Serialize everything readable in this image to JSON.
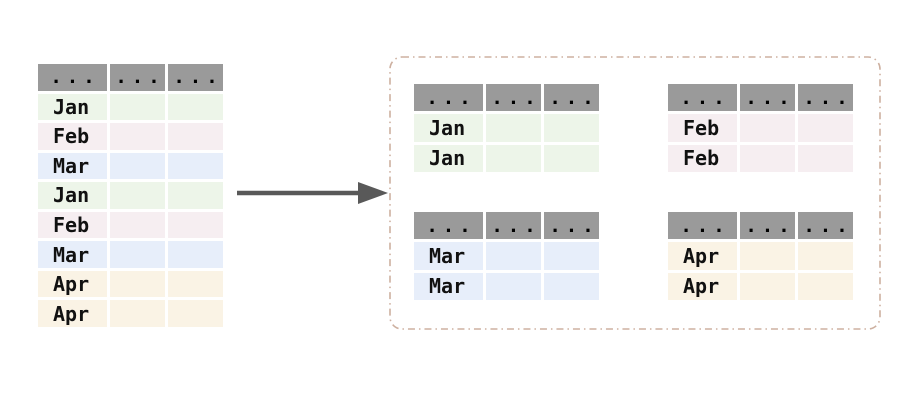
{
  "palette": {
    "header_bg": "#9a9a9a",
    "jan": "#edf5e9",
    "feb": "#f6eef1",
    "mar": "#e7eefa",
    "apr": "#faf3e5",
    "arrow": "#595959",
    "dashed_border": "#cdb0a0",
    "text": "#111111"
  },
  "source_table": {
    "header": [
      "...",
      "...",
      "..."
    ],
    "rows": [
      {
        "month": "Jan",
        "group": "jan"
      },
      {
        "month": "Feb",
        "group": "feb"
      },
      {
        "month": "Mar",
        "group": "mar"
      },
      {
        "month": "Jan",
        "group": "jan"
      },
      {
        "month": "Feb",
        "group": "feb"
      },
      {
        "month": "Mar",
        "group": "mar"
      },
      {
        "month": "Apr",
        "group": "apr"
      },
      {
        "month": "Apr",
        "group": "apr"
      }
    ]
  },
  "arrow": {
    "direction": "right"
  },
  "groups": [
    {
      "key": "jan",
      "header": [
        "...",
        "...",
        "..."
      ],
      "rows": [
        {
          "month": "Jan"
        },
        {
          "month": "Jan"
        }
      ]
    },
    {
      "key": "feb",
      "header": [
        "...",
        "...",
        "..."
      ],
      "rows": [
        {
          "month": "Feb"
        },
        {
          "month": "Feb"
        }
      ]
    },
    {
      "key": "mar",
      "header": [
        "...",
        "...",
        "..."
      ],
      "rows": [
        {
          "month": "Mar"
        },
        {
          "month": "Mar"
        }
      ]
    },
    {
      "key": "apr",
      "header": [
        "...",
        "...",
        "..."
      ],
      "rows": [
        {
          "month": "Apr"
        },
        {
          "month": "Apr"
        }
      ]
    }
  ]
}
